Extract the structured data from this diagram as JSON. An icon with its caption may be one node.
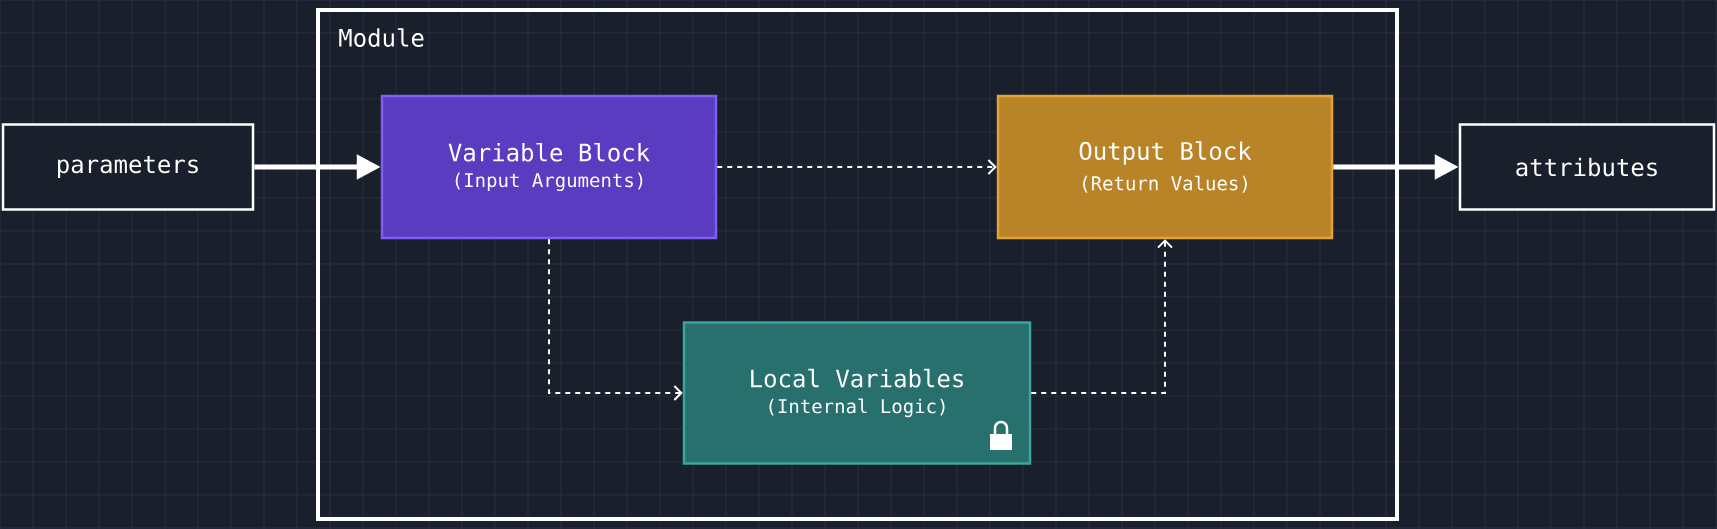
{
  "diagram": {
    "nodes": [
      {
        "text": [
          "parameters"
        ]
      },
      {
        "text": [
          "Module"
        ]
      },
      {
        "text": [
          "Variable Block",
          "(Input Arguments)"
        ],
        "in": 1
      },
      {
        "text": [
          "Output Block",
          "(Return Values)"
        ],
        "in": 1
      },
      {
        "text": [
          "Local Variables",
          "(Internal Logic)"
        ],
        "in": 1
      },
      {
        "text": [
          "attributes"
        ]
      }
    ],
    "edges": [
      {
        "from": 0,
        "to": 2,
        "arrow": "to",
        "style": "thick"
      },
      {
        "from": 2,
        "to": 3,
        "arrow": "to",
        "style": "dashed"
      },
      {
        "from": 2,
        "to": 4,
        "arrow": "to",
        "style": "dashed"
      },
      {
        "from": 4,
        "to": 3,
        "arrow": "to",
        "style": "dashed"
      },
      {
        "from": 3,
        "to": 5,
        "arrow": "to",
        "style": "thick"
      }
    ]
  }
}
